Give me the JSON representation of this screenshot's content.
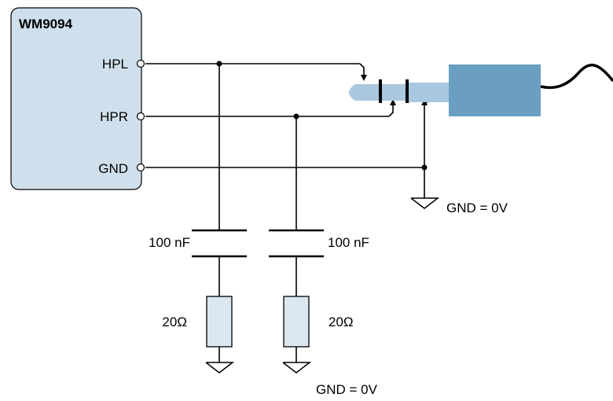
{
  "chip": {
    "name": "WM9094",
    "pins": {
      "hpl": "HPL",
      "hpr": "HPR",
      "gnd": "GND"
    }
  },
  "components": {
    "cap_left_value": "100 nF",
    "cap_right_value": "100 nF",
    "res_left_value": "20Ω",
    "res_right_value": "20Ω"
  },
  "ground": {
    "jack_label": "GND = 0V",
    "load_label": "GND = 0V"
  },
  "colors": {
    "chip_fill": "#cfe0ec",
    "plug_tip": "#a9c8e0",
    "plug_body": "#6a9fc2",
    "resistor_fill": "#dbe7f1",
    "wire": "#000000"
  }
}
